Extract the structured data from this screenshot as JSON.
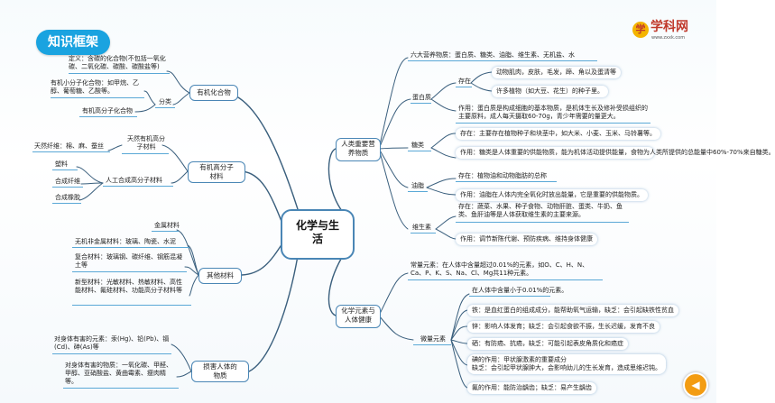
{
  "title": "知识框架",
  "center": "化学与生活",
  "logo": {
    "name": "学科网",
    "url": "www.zxxk.com"
  },
  "left": {
    "organic": {
      "label": "有机化合物",
      "definition": "定义：含碳的化合物(不包括一氧化碳、二氧化碳、碳酸、碳酸盐等)",
      "category_label": "分类",
      "small": "有机小分子化合物：如甲烷、乙醇、葡萄糖、乙酸等。",
      "large": "有机高分子化合物"
    },
    "polymer": {
      "label": "有机高分子材料",
      "natural": "天然有机高分子材料",
      "natural_fibers": "天然纤维：棉、麻、蚕丝",
      "synthetic": "人工合成高分子材料",
      "items": [
        "塑料",
        "合成纤维",
        "合成橡胶"
      ]
    },
    "other": {
      "label": "其他材料",
      "metal": "金属材料",
      "inorganic": "无机非金属材料：玻璃、陶瓷、水泥",
      "composite": "复合材料：玻璃钢、碳纤维、钢筋混凝土等",
      "new": "新型材料：光敏材料、热敏材料、高性能材料、氟硅材料、功能高分子材料等"
    },
    "harmful": {
      "label": "损害人体的物质",
      "elements": "对身体有害的元素：汞(Hg)、铅(Pb)、镉(Cd)、砷(As)等",
      "substances": "对身体有害的物质：一氧化碳、甲醛、甲醇、亚硝酸盐、黄曲霉素、瘦肉精等。"
    }
  },
  "right": {
    "nutrients": {
      "label": "人类重要营养物质",
      "six": "六大营养物质：蛋白质、糖类、油脂、维生素、无机盐、水",
      "protein": {
        "label": "蛋白质",
        "exist_label": "存在",
        "exist_1": "动物肌肉，皮肤，毛发，蹄、角以及蛋清等",
        "exist_2": "许多植物（如大豆、花生）的种子里。",
        "function": "作用：蛋白质是构成细胞的基本物质，是机体生长及修补受损组织的主要原料，成人每天摄取60-70g，青少年需要的量更大。"
      },
      "sugar": {
        "label": "糖类",
        "exist": "存在：主要存在植物种子和块茎中，如大米、小麦、玉米、马铃薯等。",
        "function": "作用：糖类是人体重要的供能物质，能为机体活动提供能量，食物为人类所提供的总能量中60%-70%来自糖类。"
      },
      "fat": {
        "label": "油脂",
        "exist": "存在：植物油和动物脂肪的总称",
        "function": "作用：油脂在人体内完全氧化时放出能量，它是重要的供能物质。"
      },
      "vitamin": {
        "label": "维生素",
        "exist": "存在：蔬菜、水果、种子食物、动物肝脏、蛋类、牛奶、鱼类、鱼肝油等是人体获取维生素的主要来源。",
        "function": "作用：调节新陈代谢、预防疾病、维持身体健康"
      }
    },
    "elements": {
      "label": "化学元素与人体健康",
      "macro": "常量元素：在人体中含量超过0.01%的元素，如O、C、H、N、Ca、P、K、S、Na、Cl、Mg共11种元素。",
      "trace_label": "微量元素",
      "trace_def": "在人体中含量小于0.01%的元素。",
      "fe": "铁：是血红蛋白的组成成分，能帮助氧气运输，缺乏：会引起缺铁性贫血",
      "zn": "锌：影响人体发育；缺乏：会引起食欲不振，生长迟缓，发育不良",
      "se": "硒：有防癌、抗癌，缺乏：可能引起表皮角质化和癌症",
      "iodine_1": "碘的作用：甲状腺激素的重要成分",
      "iodine_2": "缺乏：会引起甲状腺肿大，会影响幼儿的生长发育，造成思维迟钝。",
      "f": "氟的作用：能防治龋齿；缺乏：易产生龋齿"
    }
  },
  "colors": {
    "accent": "#1aa3e0",
    "branch": "#4a86b5",
    "link": "#3a5f7d",
    "underline": "#5aa8d6",
    "back": "#f39c12"
  }
}
